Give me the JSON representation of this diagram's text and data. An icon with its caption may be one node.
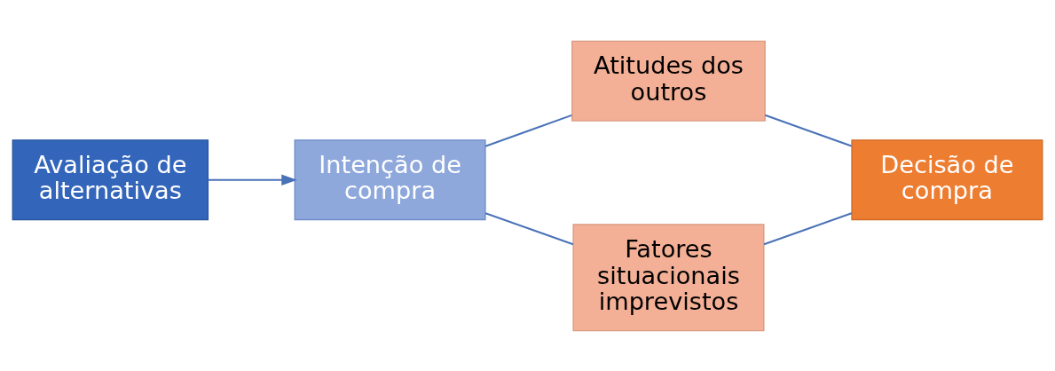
{
  "diagram": {
    "nodes": [
      {
        "text": [
          "Avaliação de alternativas"
        ]
      },
      {
        "text": [
          "Intenção de compra"
        ]
      },
      {
        "text": [
          "Atitudes dos outros"
        ]
      },
      {
        "text": [
          "Fatores situacionais imprevistos"
        ]
      },
      {
        "text": [
          "Decisão de compra"
        ]
      }
    ],
    "edges": [
      {
        "from": 0,
        "to": 1,
        "arrow": "to"
      },
      {
        "from": 1,
        "to": 2,
        "arrow": "none"
      },
      {
        "from": 1,
        "to": 3,
        "arrow": "none"
      },
      {
        "from": 2,
        "to": 4,
        "arrow": "none"
      },
      {
        "from": 3,
        "to": 4,
        "arrow": "none"
      }
    ]
  }
}
